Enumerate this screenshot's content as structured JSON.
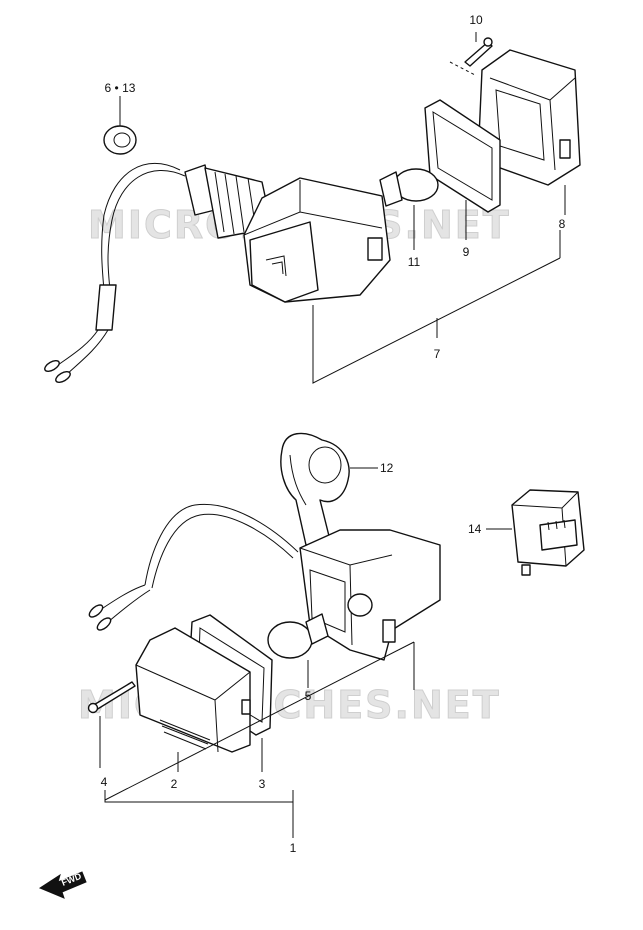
{
  "watermark": {
    "text": "MICROFICHES.NET"
  },
  "callouts": {
    "p1": "1",
    "p2": "2",
    "p3": "3",
    "p4": "4",
    "p5": "5",
    "p6": "6 • 13",
    "p7": "7",
    "p8": "8",
    "p9": "9",
    "p10": "10",
    "p11": "11",
    "p12": "12",
    "p14": "14"
  },
  "fwd": {
    "label": "FWD"
  },
  "colors": {
    "line": "#111111",
    "watermark": "#d9d9d9",
    "background": "#ffffff"
  }
}
